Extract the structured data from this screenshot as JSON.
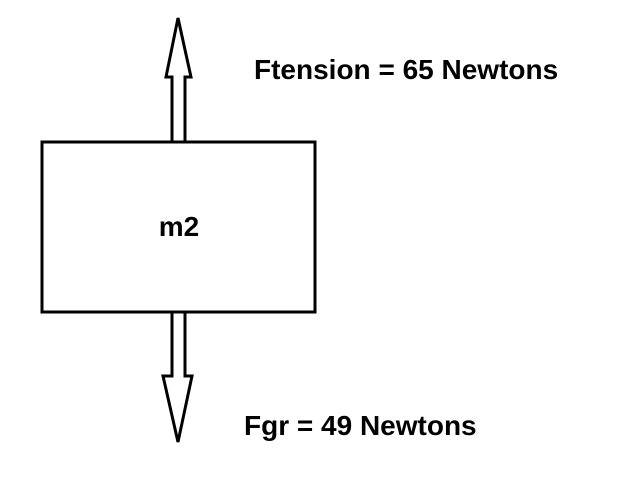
{
  "diagram": {
    "mass_label": "m2",
    "tension_label": "Ftension = 65 Newtons",
    "gravity_label": "Fgr = 49 Newtons",
    "colors": {
      "stroke": "#000000",
      "background": "#ffffff"
    }
  }
}
